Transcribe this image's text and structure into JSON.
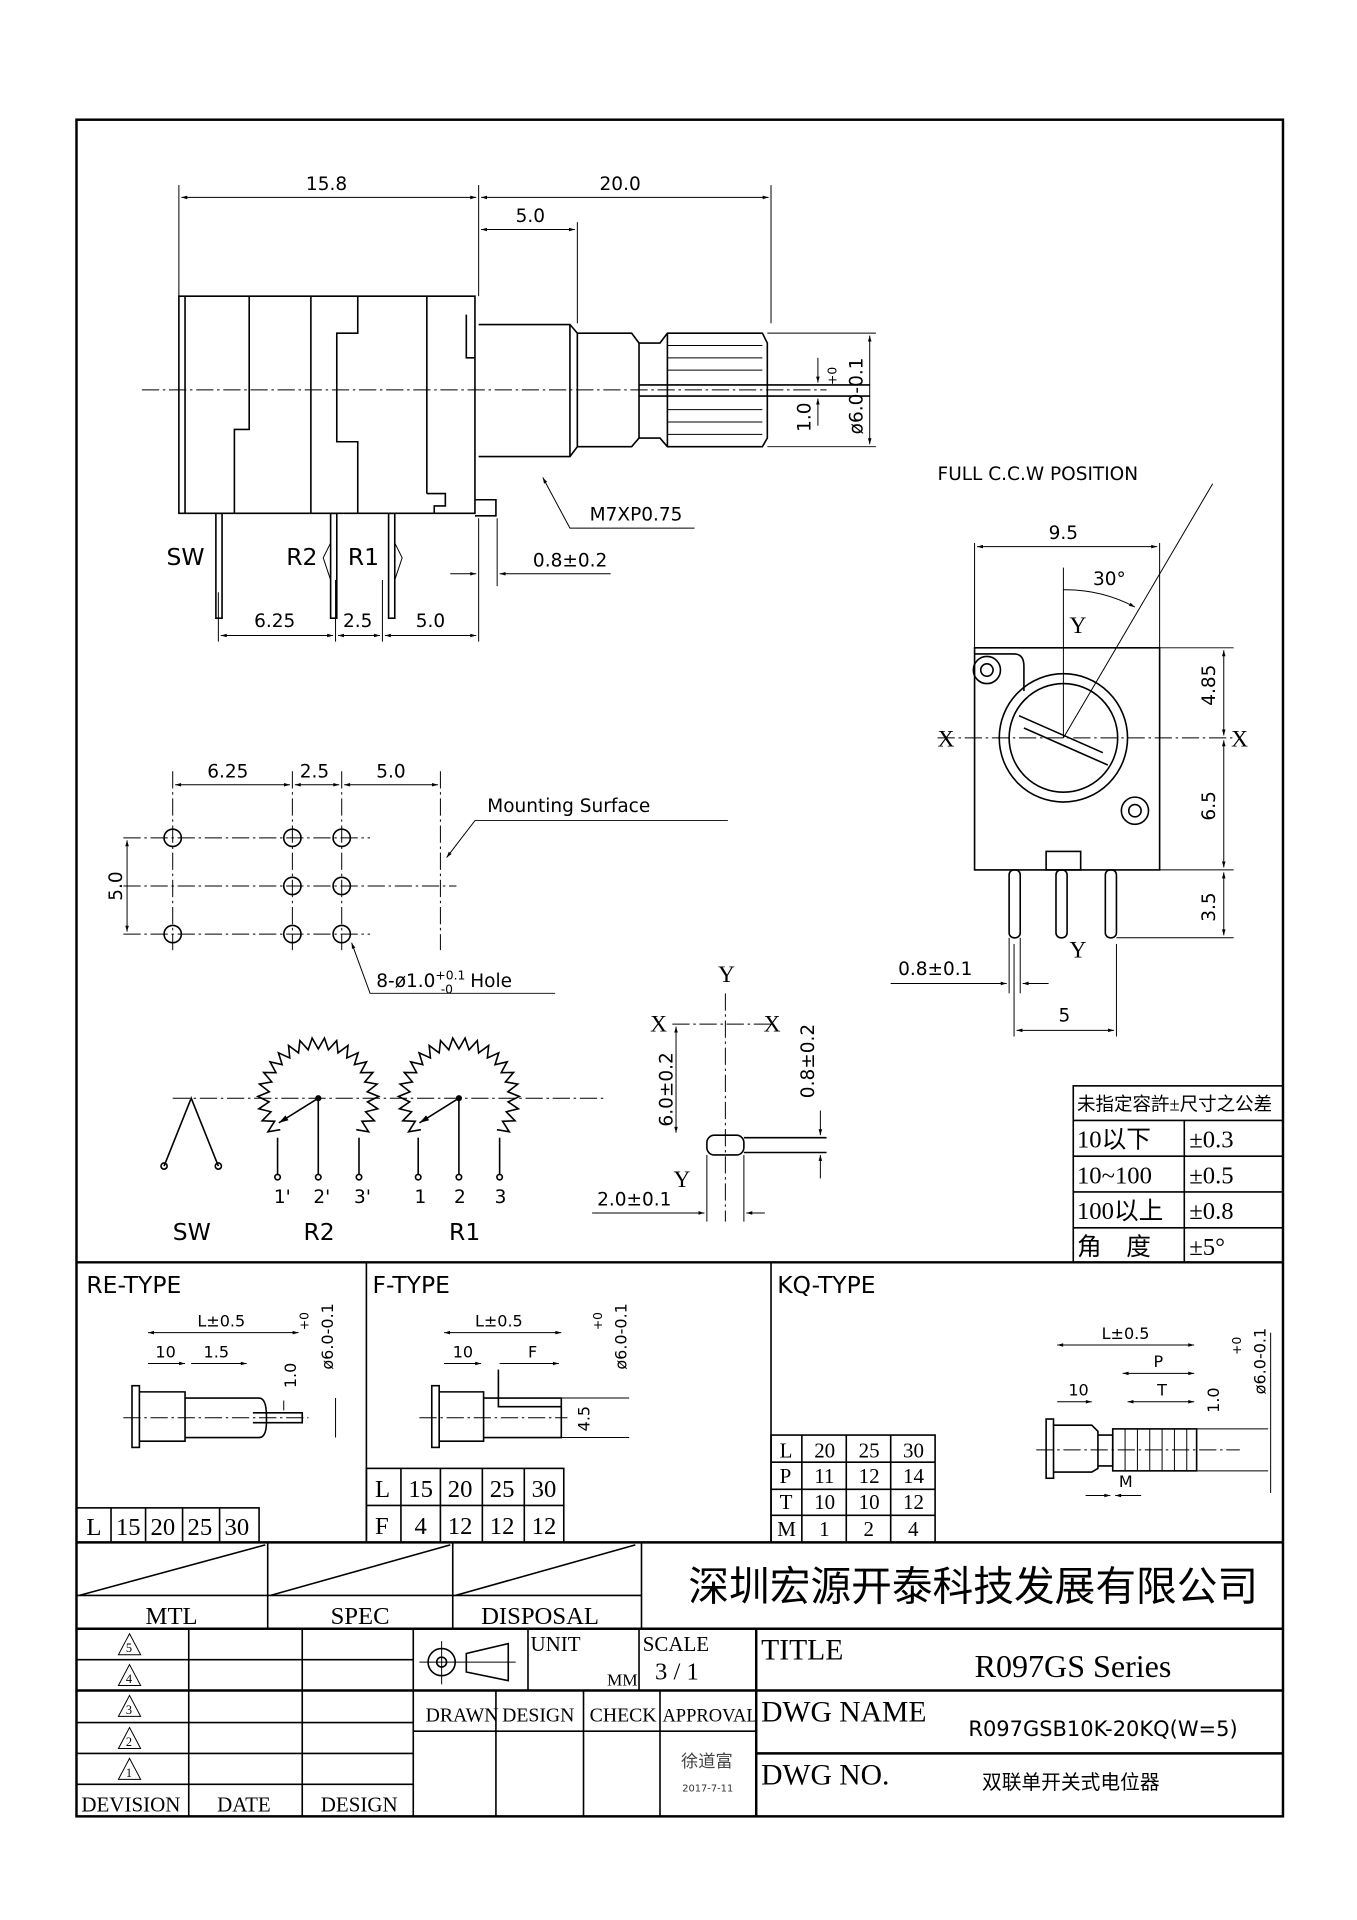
{
  "side_view": {
    "dim_body": "15.8",
    "dim_shaft": "20.0",
    "dim_bushing": "5.0",
    "dim_pin_sw_r2": "6.25",
    "dim_pin_r2_r1": "2.5",
    "dim_pin_r1_edge": "5.0",
    "dim_tab": "0.8±0.2",
    "thread": "M7XP0.75",
    "slot_width": "1.0",
    "shaft_dia": "ø6.0",
    "shaft_tol_upper": "+0",
    "shaft_tol_lower": "-0.1",
    "pin_sw": "SW",
    "pin_r2": "R2",
    "pin_r1": "R1"
  },
  "front_view": {
    "position_label": "FULL  C.C.W POSITION",
    "width": "9.5",
    "angle": "30°",
    "dim_top": "4.85",
    "dim_mid": "6.5",
    "dim_pin": "3.5",
    "pin_width": "0.8±0.1",
    "pin_pitch": "5",
    "axis_x": "X",
    "axis_y": "Y"
  },
  "hole_pattern": {
    "dim_a": "6.25",
    "dim_b": "2.5",
    "dim_c": "5.0",
    "dim_v": "5.0",
    "mounting_surface": "Mounting  Surface",
    "hole_prefix": "8-ø1.0",
    "hole_tol_upper": "+0.1",
    "hole_tol_lower": "-0",
    "hole_suffix": "Hole"
  },
  "schematic": {
    "sw": "SW",
    "r2": "R2",
    "r1": "R1",
    "r2_pins": [
      "1'",
      "2'",
      "3'"
    ],
    "r1_pins": [
      "1",
      "2",
      "3"
    ]
  },
  "shaft_detail": {
    "axis_x": "X",
    "axis_y": "Y",
    "dim_height": "6.0±0.2",
    "dim_slot": "0.8±0.2",
    "dim_offset": "2.0±0.1"
  },
  "tolerance_table": {
    "header": "未指定容許±尺寸之公差",
    "rows": [
      [
        "10以下",
        "±0.3"
      ],
      [
        "10~100",
        "±0.5"
      ],
      [
        "100以上",
        "±0.8"
      ],
      [
        "角　度",
        "±5°"
      ]
    ]
  },
  "types": {
    "re": {
      "title": "RE-TYPE",
      "dim_l": "L±0.5",
      "dim_10": "10",
      "dim_15": "1.5",
      "dim_slot": "1.0",
      "dia": "ø6.0",
      "tol_u": "+0",
      "tol_l": "-0.1",
      "table": {
        "header": "L",
        "values": [
          "15",
          "20",
          "25",
          "30"
        ]
      }
    },
    "f": {
      "title": "F-TYPE",
      "dim_l": "L±0.5",
      "dim_10": "10",
      "dim_f": "F",
      "dim_flat": "4.5",
      "dia": "ø6.0",
      "tol_u": "+0",
      "tol_l": "-0.1",
      "table": [
        {
          "header": "L",
          "values": [
            "15",
            "20",
            "25",
            "30"
          ]
        },
        {
          "header": "F",
          "values": [
            "4",
            "12",
            "12",
            "12"
          ]
        }
      ]
    },
    "kq": {
      "title": "KQ-TYPE",
      "dim_l": "L±0.5",
      "dim_10": "10",
      "dim_p": "P",
      "dim_t": "T",
      "dim_m": "M",
      "dim_slot": "1.0",
      "dia": "ø6.0",
      "tol_u": "+0",
      "tol_l": "-0.1",
      "table": [
        {
          "header": "L",
          "values": [
            "20",
            "25",
            "30"
          ]
        },
        {
          "header": "P",
          "values": [
            "11",
            "12",
            "14"
          ]
        },
        {
          "header": "T",
          "values": [
            "10",
            "10",
            "12"
          ]
        },
        {
          "header": "M",
          "values": [
            "1",
            "2",
            "4"
          ]
        }
      ]
    }
  },
  "title_block": {
    "mtl": "MTL",
    "spec": "SPEC",
    "disposal": "DISPOSAL",
    "company": "深圳宏源开泰科技发展有限公司",
    "revisions": [
      "5",
      "4",
      "3",
      "2",
      "1"
    ],
    "devision": "DEVISION",
    "date": "DATE",
    "design": "DESIGN",
    "unit_label": "UNIT",
    "unit_value": "MM",
    "scale_label": "SCALE",
    "scale_value": "3  / 1",
    "drawn": "DRAWN",
    "design2": "DESIGN",
    "check": "CHECK",
    "approval": "APPROVAL",
    "approver": "徐道富",
    "approval_date": "2017-7-11",
    "title_label": "TITLE",
    "title_value": "R097GS   Series",
    "dwg_name_label": "DWG  NAME",
    "dwg_name_value": "R097GSB10K-20KQ(W=5)",
    "dwg_no_label": "DWG  NO.",
    "dwg_no_value": "双联单开关式电位器"
  }
}
